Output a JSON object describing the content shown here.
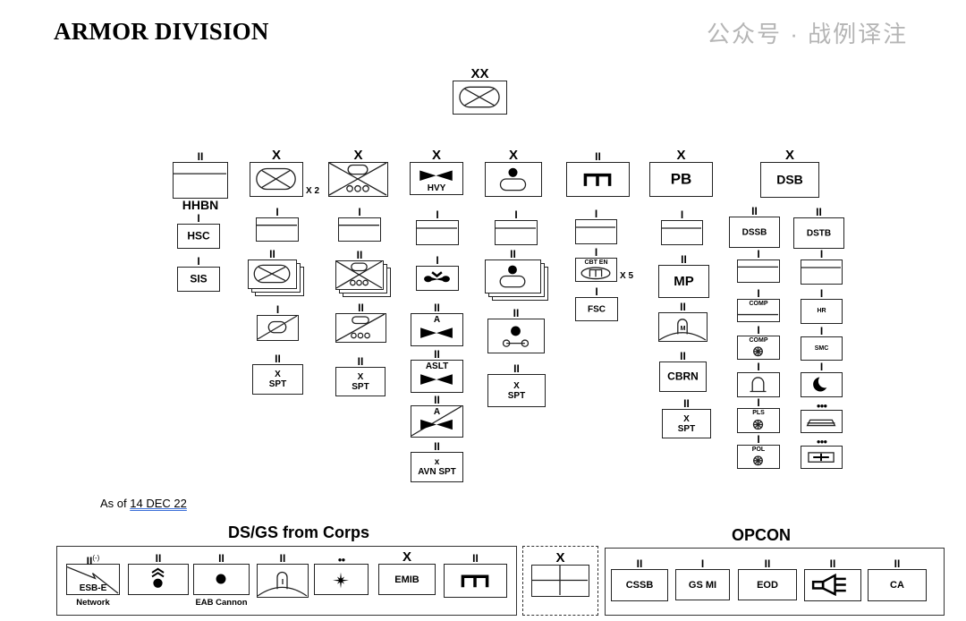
{
  "title": "ARMOR DIVISION",
  "as_of": {
    "prefix": "As of ",
    "date": "14 DEC 22"
  },
  "division": [
    {
      "echelon": "XX",
      "label": "",
      "symbol": "armor"
    },
    {
      "echelon": "II",
      "label": "",
      "symbol": "headquarters",
      "note": "HHBN"
    },
    {
      "echelon": "X",
      "label": "",
      "symbol": "armor",
      "note": "X 2"
    },
    {
      "echelon": "X",
      "label": "",
      "symbol": "mechanized-infantry"
    },
    {
      "echelon": "X",
      "label": "HVY",
      "symbol": "aviation"
    },
    {
      "echelon": "X",
      "label": "",
      "symbol": "field-artillery-self-propelled"
    },
    {
      "echelon": "II",
      "label": "",
      "symbol": "engineer"
    },
    {
      "echelon": "X",
      "label": "PB",
      "symbol": "text"
    },
    {
      "echelon": "X",
      "label": "DSB",
      "symbol": "text"
    },
    {
      "echelon": "I",
      "label": "HSC",
      "symbol": "text"
    },
    {
      "echelon": "I",
      "label": "SIS",
      "symbol": "text"
    },
    {
      "echelon": "I",
      "label": "",
      "symbol": "headquarters"
    },
    {
      "echelon": "II",
      "label": "",
      "symbol": "armor",
      "stacked": true
    },
    {
      "echelon": "I",
      "label": "",
      "symbol": "armored-cavalry"
    },
    {
      "echelon": "II",
      "label": "X\nSPT",
      "symbol": "text"
    },
    {
      "echelon": "I",
      "label": "",
      "symbol": "headquarters"
    },
    {
      "echelon": "II",
      "label": "",
      "symbol": "mechanized-infantry",
      "stacked": true
    },
    {
      "echelon": "II",
      "label": "",
      "symbol": "mechanized-cavalry"
    },
    {
      "echelon": "II",
      "label": "X\nSPT",
      "symbol": "text"
    },
    {
      "echelon": "I",
      "label": "",
      "symbol": "headquarters"
    },
    {
      "echelon": "I",
      "label": "",
      "symbol": "unmanned-aircraft"
    },
    {
      "echelon": "II",
      "label": "A",
      "symbol": "aviation"
    },
    {
      "echelon": "II",
      "label": "ASLT",
      "symbol": "aviation"
    },
    {
      "echelon": "II",
      "label": "A",
      "symbol": "aviation-cavalry"
    },
    {
      "echelon": "II",
      "label": "x\nAVN SPT",
      "symbol": "text"
    },
    {
      "echelon": "I",
      "label": "",
      "symbol": "headquarters"
    },
    {
      "echelon": "II",
      "label": "",
      "symbol": "field-artillery-self-propelled",
      "stacked": true
    },
    {
      "echelon": "II",
      "label": "",
      "symbol": "field-artillery-wheeled"
    },
    {
      "echelon": "II",
      "label": "X\nSPT",
      "symbol": "text"
    },
    {
      "echelon": "I",
      "label": "",
      "symbol": "headquarters"
    },
    {
      "echelon": "I",
      "label": "CBT EN",
      "symbol": "combat-engineer",
      "note": "X 5"
    },
    {
      "echelon": "I",
      "label": "FSC",
      "symbol": "text"
    },
    {
      "echelon": "I",
      "label": "",
      "symbol": "headquarters"
    },
    {
      "echelon": "II",
      "label": "MP",
      "symbol": "text"
    },
    {
      "echelon": "II",
      "label": "M",
      "symbol": "military-intelligence"
    },
    {
      "echelon": "II",
      "label": "CBRN",
      "symbol": "text"
    },
    {
      "echelon": "II",
      "label": "X\nSPT",
      "symbol": "text"
    },
    {
      "echelon": "II",
      "label": "DSSB",
      "symbol": "text"
    },
    {
      "echelon": "II",
      "label": "DSTB",
      "symbol": "text"
    },
    {
      "echelon": "I",
      "label": "",
      "symbol": "headquarters"
    },
    {
      "echelon": "I",
      "label": "COMP",
      "symbol": "composite-supply"
    },
    {
      "echelon": "I",
      "label": "COMP",
      "symbol": "transportation"
    },
    {
      "echelon": "I",
      "label": "",
      "symbol": "maintenance-dome"
    },
    {
      "echelon": "I",
      "label": "PLS",
      "symbol": "transportation"
    },
    {
      "echelon": "I",
      "label": "POL",
      "symbol": "transportation"
    },
    {
      "echelon": "I",
      "label": "",
      "symbol": "headquarters"
    },
    {
      "echelon": "I",
      "label": "HR",
      "symbol": "text"
    },
    {
      "echelon": "I",
      "label": "SMC",
      "symbol": "text"
    },
    {
      "echelon": "I",
      "label": "",
      "symbol": "chemical-moon"
    },
    {
      "echelon": "●●●",
      "label": "",
      "symbol": "supply-platform"
    },
    {
      "echelon": "●●●",
      "label": "",
      "symbol": "medical"
    }
  ],
  "ds_gs": {
    "title": "DS/GS from Corps",
    "units": [
      {
        "echelon": "II",
        "echelon_mod": "(-)",
        "label": "ESB-E",
        "symbol": "signal",
        "note": "Network"
      },
      {
        "echelon": "II",
        "label": "",
        "symbol": "air-defense-artillery"
      },
      {
        "echelon": "II",
        "label": "",
        "symbol": "field-artillery",
        "note": "EAB Cannon"
      },
      {
        "echelon": "II",
        "label": "I",
        "symbol": "military-intelligence"
      },
      {
        "echelon": "●●",
        "label": "",
        "symbol": "target-acquisition-star"
      },
      {
        "echelon": "X",
        "label": "EMIB",
        "symbol": "text"
      },
      {
        "echelon": "II",
        "label": "",
        "symbol": "engineer"
      }
    ]
  },
  "attached": {
    "echelon": "X",
    "label": "",
    "symbol": "quad-brigade"
  },
  "opcon": {
    "title": "OPCON",
    "units": [
      {
        "echelon": "II",
        "label": "CSSB",
        "symbol": "text"
      },
      {
        "echelon": "I",
        "label": "GS MI",
        "symbol": "text"
      },
      {
        "echelon": "II",
        "label": "EOD",
        "symbol": "text"
      },
      {
        "echelon": "II",
        "label": "",
        "symbol": "psychological-operations"
      },
      {
        "echelon": "II",
        "label": "CA",
        "symbol": "text"
      }
    ]
  },
  "watermark": "公众号 · 战例译注"
}
